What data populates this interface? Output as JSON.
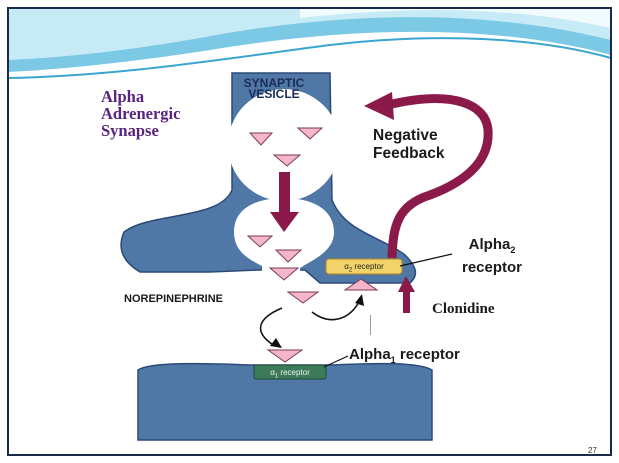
{
  "title": {
    "line1": "Alpha",
    "line2": "Adrenergic",
    "line3": "Synapse"
  },
  "labels": {
    "vesicle_line1": "SYNAPTIC",
    "vesicle_line2": "VESICLE",
    "negative_feedback_line1": "Negative",
    "negative_feedback_line2": "Feedback",
    "alpha2_receptor_name": "Alpha",
    "alpha2_receptor_sub": "2",
    "alpha2_receptor_word": "receptor",
    "alpha1_receptor_name": "Alpha",
    "alpha1_receptor_sub": "1",
    "alpha1_receptor_word": " receptor",
    "norepinephrine": "NOREPINEPHRINE",
    "clonidine": "Clonidine",
    "a2_box_alpha": "α",
    "a2_box_sub": "2",
    "a2_box_word": " receptor",
    "a1_box_alpha": "α",
    "a1_box_sub": "1",
    "a1_box_word": " receptor"
  },
  "page_number": "27",
  "colors": {
    "frame_dark": "#1a2a4a",
    "swoosh_blue": "#8fd3ec",
    "swoosh_light": "#dff3fa",
    "neuron_blue": "#4f78a6",
    "neuron_outline": "#2c4a78",
    "vesicle_fill": "#ffffff",
    "molecule_pink": "#f4b6c8",
    "molecule_outline": "#7a3a5a",
    "feedback_arrow": "#8b1a4a",
    "title_purple": "#5a2380",
    "alpha2_box": "#f2d36a",
    "alpha1_box": "#3d7a5a"
  }
}
